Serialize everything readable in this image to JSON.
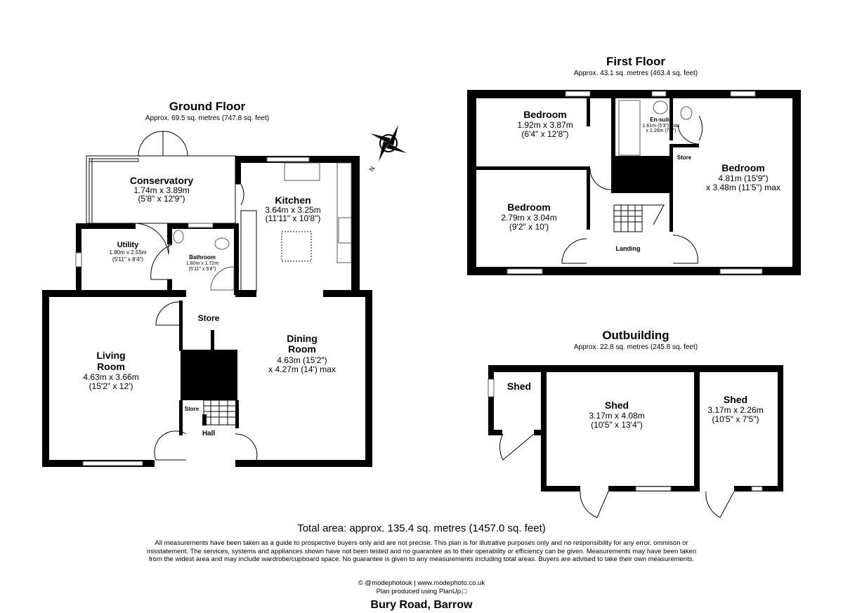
{
  "ground_floor": {
    "title": "Ground Floor",
    "area": "Approx. 69.5 sq. metres (747.8 sq. feet)",
    "rooms": {
      "conservatory": {
        "name": "Conservatory",
        "dim1": "1.74m x 3.89m",
        "dim2": "(5'8\" x 12'9\")"
      },
      "kitchen": {
        "name": "Kitchen",
        "dim1": "3.64m x 3.25m",
        "dim2": "(11'11\" x 10'8\")"
      },
      "utility": {
        "name": "Utility",
        "dim1": "1.80m x 2.55m",
        "dim2": "(5'11\" x 8'4\")"
      },
      "bathroom": {
        "name": "Bathroom",
        "dim1": "1.80m x 1.72m",
        "dim2": "(5'11\" x 5'8\")"
      },
      "store": {
        "name": "Store"
      },
      "living_room": {
        "name1": "Living",
        "name2": "Room",
        "dim1": "4.63m x 3.66m",
        "dim2": "(15'2\" x 12')"
      },
      "dining_room": {
        "name1": "Dining",
        "name2": "Room",
        "dim1": "4.63m (15'2\")",
        "dim2": "x 4.27m (14') max"
      },
      "hall_store": {
        "name": "Store"
      },
      "hall": {
        "name": "Hall"
      }
    },
    "compass_label": "N"
  },
  "first_floor": {
    "title": "First Floor",
    "area": "Approx. 43.1 sq. metres (463.4 sq. feet)",
    "rooms": {
      "bedroom_top_left": {
        "name": "Bedroom",
        "dim1": "1.92m x 3.87m",
        "dim2": "(6'4\" x 12'8\")"
      },
      "bedroom_left": {
        "name": "Bedroom",
        "dim1": "2.79m x 3.04m",
        "dim2": "(9'2\" x 10')"
      },
      "en_suite": {
        "name": "En-suite",
        "dim1": "1.61m (5'3\") max",
        "dim2": "x 2.26m (7'5\")"
      },
      "store": {
        "name": "Store"
      },
      "bedroom_right": {
        "name": "Bedroom",
        "dim1": "4.81m (15'9\")",
        "dim2": "x 3.48m (11'5\") max"
      },
      "landing": {
        "name": "Landing"
      }
    }
  },
  "outbuilding": {
    "title": "Outbuilding",
    "area": "Approx. 22.8 sq. metres (245.8 sq. feet)",
    "rooms": {
      "shed_small": {
        "name": "Shed"
      },
      "shed_middle": {
        "name": "Shed",
        "dim1": "3.17m x 4.08m",
        "dim2": "(10'5\" x 13'4\")"
      },
      "shed_right": {
        "name": "Shed",
        "dim1": "3.17m x 2.26m",
        "dim2": "(10'5\" x 7'5\")"
      }
    }
  },
  "footer": {
    "total_area": "Total area: approx. 135.4 sq. metres (1457.0 sq. feet)",
    "disclaimer": "All measurements have been taken as a guide to prospective buyers only and are not precise. This plan is for illutrative purposes only and no responsibility for any error, ommison or misstatement. The services, systems and appliances shown have not been tested and no guarantee as to their operability or efficiency can be given. Measurements may have been taken from the widest area and may include wardrobe/cupboard space. No guarantee is given to any measurements including total areas. Buyers are advised to take their own measurements.",
    "credit": "© @modephotouk | www.modephoto.co.uk",
    "produced": "Plan produced using PlanUp.□",
    "address": "Bury Road, Barrow"
  }
}
